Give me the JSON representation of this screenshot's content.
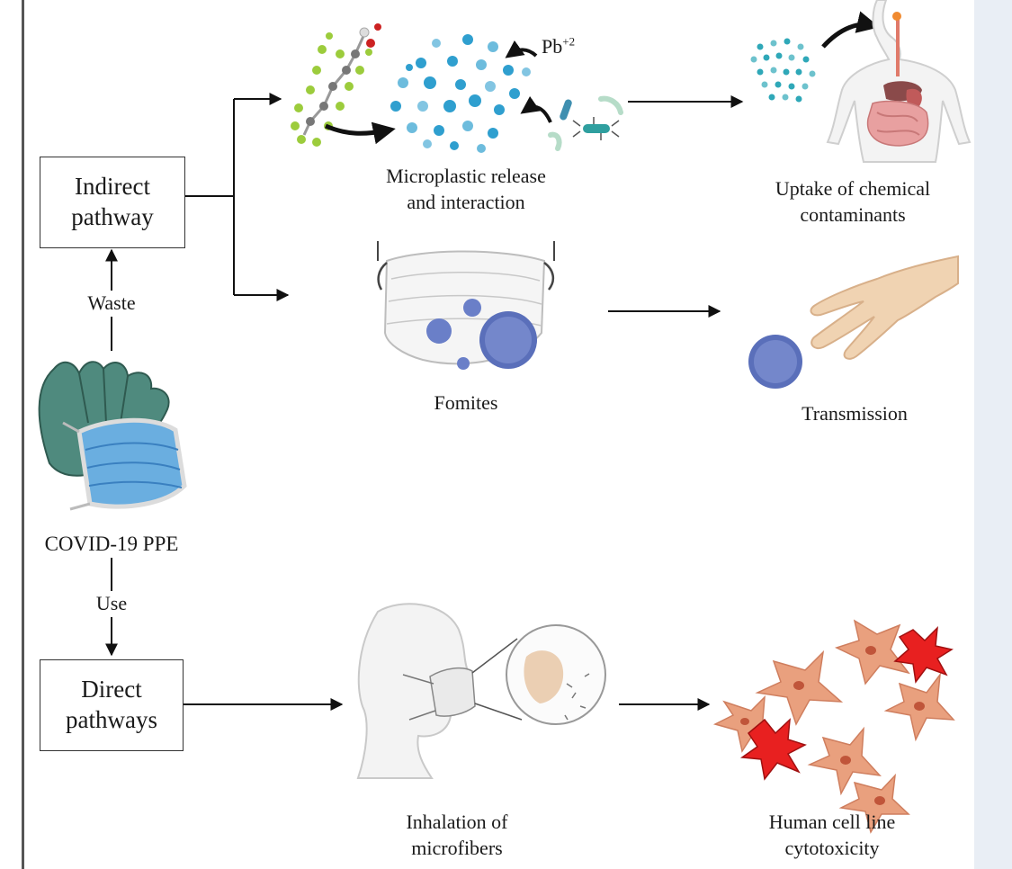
{
  "nodes": {
    "indirect_pathway": [
      "Indirect",
      "pathway"
    ],
    "direct_pathways": [
      "Direct",
      "pathways"
    ],
    "covid_ppe": "COVID-19 PPE",
    "waste": "Waste",
    "use": "Use",
    "microplastic": [
      "Microplastic release",
      "and interaction"
    ],
    "uptake": [
      "Uptake of chemical",
      "contaminants"
    ],
    "fomites": "Fomites",
    "transmission": "Transmission",
    "inhalation": [
      "Inhalation of",
      "microfibers"
    ],
    "cytotoxicity": [
      "Human cell line",
      "cytotoxicity"
    ],
    "lead_ion": "Pb",
    "lead_charge": "+2"
  },
  "icons": [
    "ppe-gloves-mask-icon",
    "pfas-molecule-icon",
    "microplastic-particles-icon",
    "bacteria-icon",
    "human-digestive-system-icon",
    "face-mask-icon",
    "virus-icon",
    "hand-icon",
    "head-with-mask-icon",
    "lung-magnifier-icon",
    "damaged-cells-icon"
  ],
  "colors": {
    "particle": "#2f9fcf",
    "virus": "#3a4f9a",
    "cell": "#e9a07e",
    "damage": "#e82020",
    "glove": "#4f8a7e",
    "mask": "#6aaee0"
  }
}
